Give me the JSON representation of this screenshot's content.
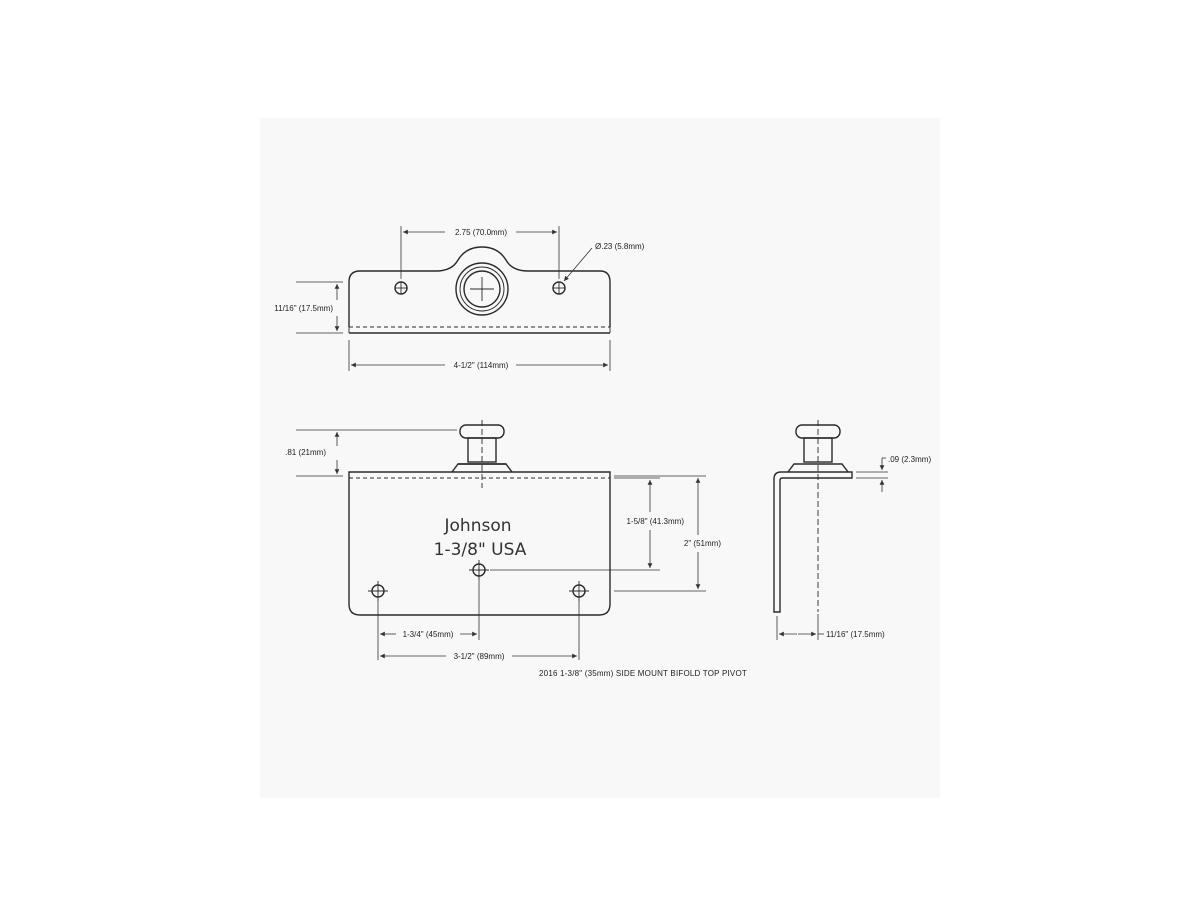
{
  "drawing": {
    "caption": "2016 1-3/8\" (35mm) SIDE MOUNT BIFOLD TOP PIVOT",
    "stamp": {
      "brand": "Johnson",
      "size_line": "1-3/8\"  USA"
    },
    "top_view": {
      "hole_spacing": "2.75 (70.0mm)",
      "hole_diameter": "Ø.23 (5.8mm)",
      "height": "11/16\" (17.5mm)",
      "width": "4-1/2\" (114mm)"
    },
    "front_view": {
      "pin_height": ".81 (21mm)",
      "center_hole_height": "1-5/8\" (41.3mm)",
      "plate_height": "2\" (51mm)",
      "center_offset": "1-3/4\" (45mm)",
      "outer_hole_spacing": "3-1/2\" (89mm)"
    },
    "side_view": {
      "thickness": ".09 (2.3mm)",
      "leg_width": "11/16\" (17.5mm)"
    }
  }
}
